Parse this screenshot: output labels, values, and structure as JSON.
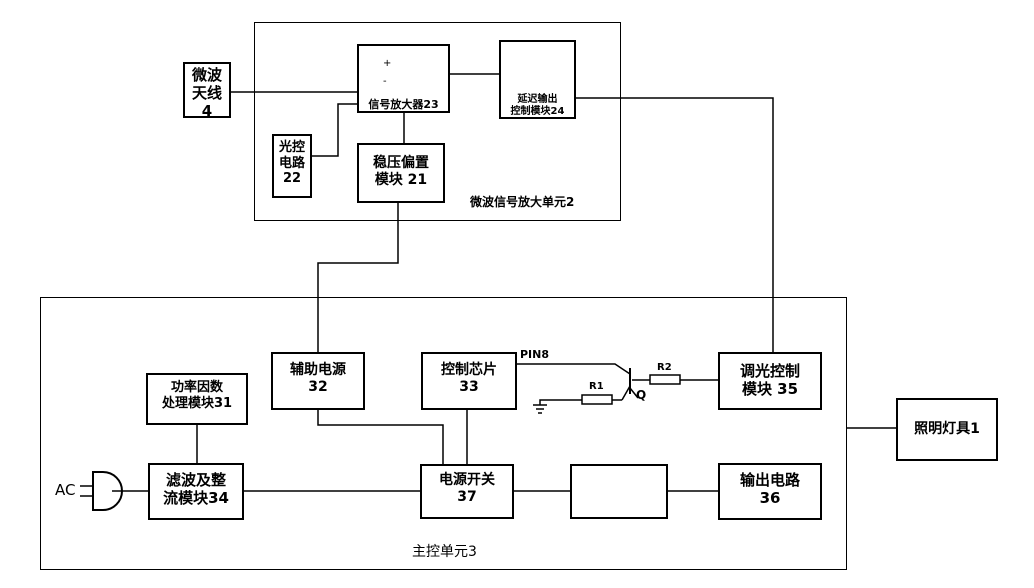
{
  "units": {
    "microwave_amp_unit": "微波信号放大单元2",
    "main_control_unit": "主控单元3"
  },
  "blocks": {
    "antenna": "微波\n天线\n4",
    "signal_amplifier": "信号放大器23",
    "delay_output": "延迟输出\n控制模块24",
    "light_control": "光控\n电路\n22",
    "voltage_bias": "稳压偏置\n模块 21",
    "aux_power": "辅助电源\n32",
    "control_chip": "控制芯片\n33",
    "dimming_control": "调光控制\n模块 35",
    "lighting_fixture": "照明灯具1",
    "pfc_module": "功率因数\n处理模块31",
    "filter_rectifier": "滤波及整\n流模块34",
    "power_switch": "电源开关\n37",
    "output_circuit": "输出电路\n36"
  },
  "labels": {
    "pin": "PIN8",
    "r1": "R1",
    "r2": "R2",
    "q": "Q",
    "ac": "AC",
    "plus": "+",
    "minus": "-"
  }
}
